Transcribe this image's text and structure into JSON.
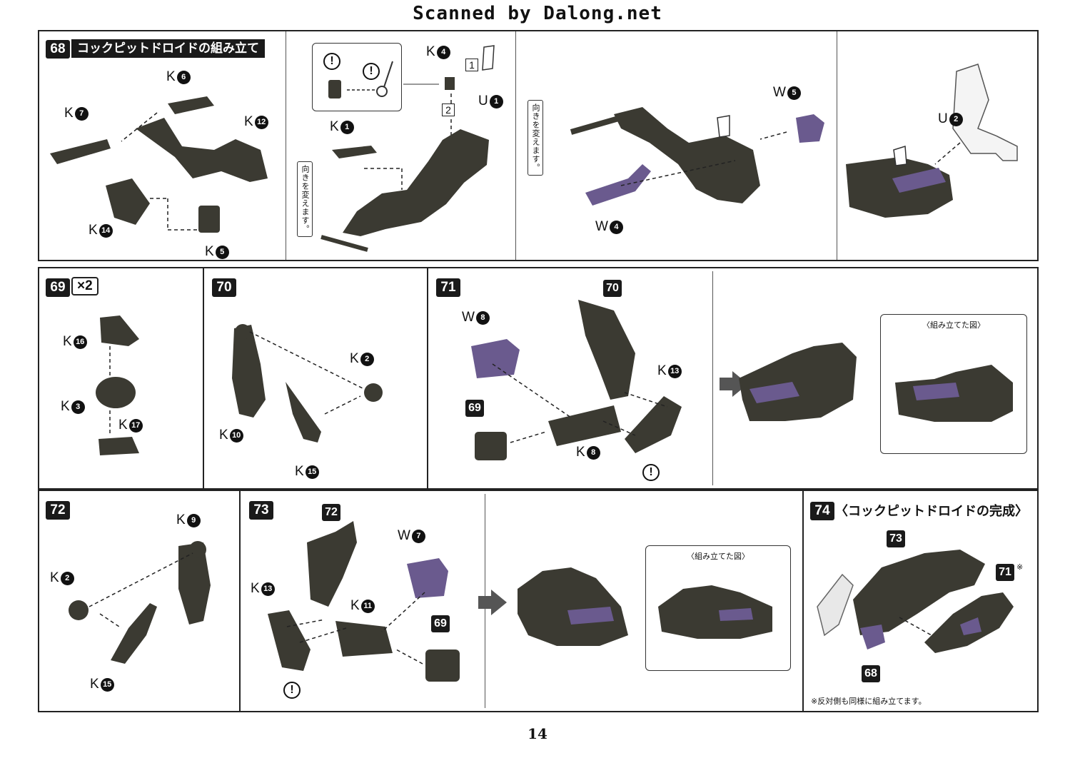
{
  "header": {
    "text": "Scanned by Dalong.net"
  },
  "page_number": "14",
  "colors": {
    "part_dark": "#3b3a32",
    "part_purple": "#6a5a8e",
    "frame": "#222222"
  },
  "steps": {
    "s68": {
      "number": "68",
      "title": "コックピットドロイドの組み立て",
      "labels": [
        {
          "letter": "K",
          "num": "6"
        },
        {
          "letter": "K",
          "num": "7"
        },
        {
          "letter": "K",
          "num": "12"
        },
        {
          "letter": "K",
          "num": "14"
        },
        {
          "letter": "K",
          "num": "5"
        },
        {
          "letter": "K",
          "num": "4"
        },
        {
          "letter": "U",
          "num": "1"
        },
        {
          "letter": "K",
          "num": "1"
        },
        {
          "letter": "W",
          "num": "5"
        },
        {
          "letter": "W",
          "num": "4"
        },
        {
          "letter": "U",
          "num": "2"
        }
      ],
      "order_boxes": [
        "1",
        "2"
      ],
      "rotate_note": "向きを変えます。"
    },
    "s69": {
      "number": "69",
      "multiplier": "×2",
      "labels": [
        {
          "letter": "K",
          "num": "16"
        },
        {
          "letter": "K",
          "num": "3"
        },
        {
          "letter": "K",
          "num": "17"
        }
      ]
    },
    "s70": {
      "number": "70",
      "labels": [
        {
          "letter": "K",
          "num": "2"
        },
        {
          "letter": "K",
          "num": "10"
        },
        {
          "letter": "K",
          "num": "15"
        }
      ]
    },
    "s71": {
      "number": "71",
      "labels": [
        {
          "letter": "W",
          "num": "8"
        },
        {
          "letter": "K",
          "num": "13"
        },
        {
          "letter": "K",
          "num": "8"
        }
      ],
      "refs": [
        "70",
        "69"
      ],
      "inset_title": "〈組み立てた図〉"
    },
    "s72": {
      "number": "72",
      "labels": [
        {
          "letter": "K",
          "num": "9"
        },
        {
          "letter": "K",
          "num": "2"
        },
        {
          "letter": "K",
          "num": "15"
        }
      ]
    },
    "s73": {
      "number": "73",
      "labels": [
        {
          "letter": "W",
          "num": "7"
        },
        {
          "letter": "K",
          "num": "13"
        },
        {
          "letter": "K",
          "num": "11"
        }
      ],
      "refs": [
        "72",
        "69"
      ],
      "inset_title": "〈組み立てた図〉"
    },
    "s74": {
      "number": "74",
      "title": "〈コックピットドロイドの完成〉",
      "refs": [
        "73",
        "71",
        "68"
      ],
      "mark": "※",
      "footnote": "※反対側も同様に組み立てます。"
    }
  }
}
